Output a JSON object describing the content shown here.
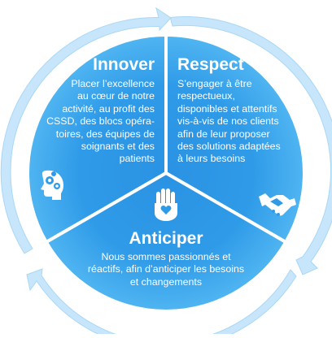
{
  "colors": {
    "segment_light": "#4cb4f4",
    "segment_dark": "#1f86dc",
    "arrow_ring": "#bfe4fb",
    "text": "#ffffff"
  },
  "sections": [
    {
      "key": "innover",
      "title": "Innover",
      "lines": [
        "Placer l’excellence",
        "au cœur de notre",
        "activité, au profit des",
        "CSSD, des blocs opéra-",
        "toires, des équipes de",
        "soignants et des",
        "patients"
      ],
      "icon": "head-gears-icon"
    },
    {
      "key": "respect",
      "title": "Respect",
      "lines": [
        "S’engager à être",
        "respectueux,",
        "disponibles et attentifs",
        "vis-à-vis de nos clients",
        "afin de leur proposer",
        "des solutions adaptées",
        "à leurs besoins"
      ],
      "icon": "handshake-icon"
    },
    {
      "key": "anticiper",
      "title": "Anticiper",
      "lines": [
        "Nous sommes passionnés et",
        "réactifs, afin d’anticiper les besoins",
        "et changements"
      ],
      "icon": "hand-heart-icon"
    }
  ]
}
